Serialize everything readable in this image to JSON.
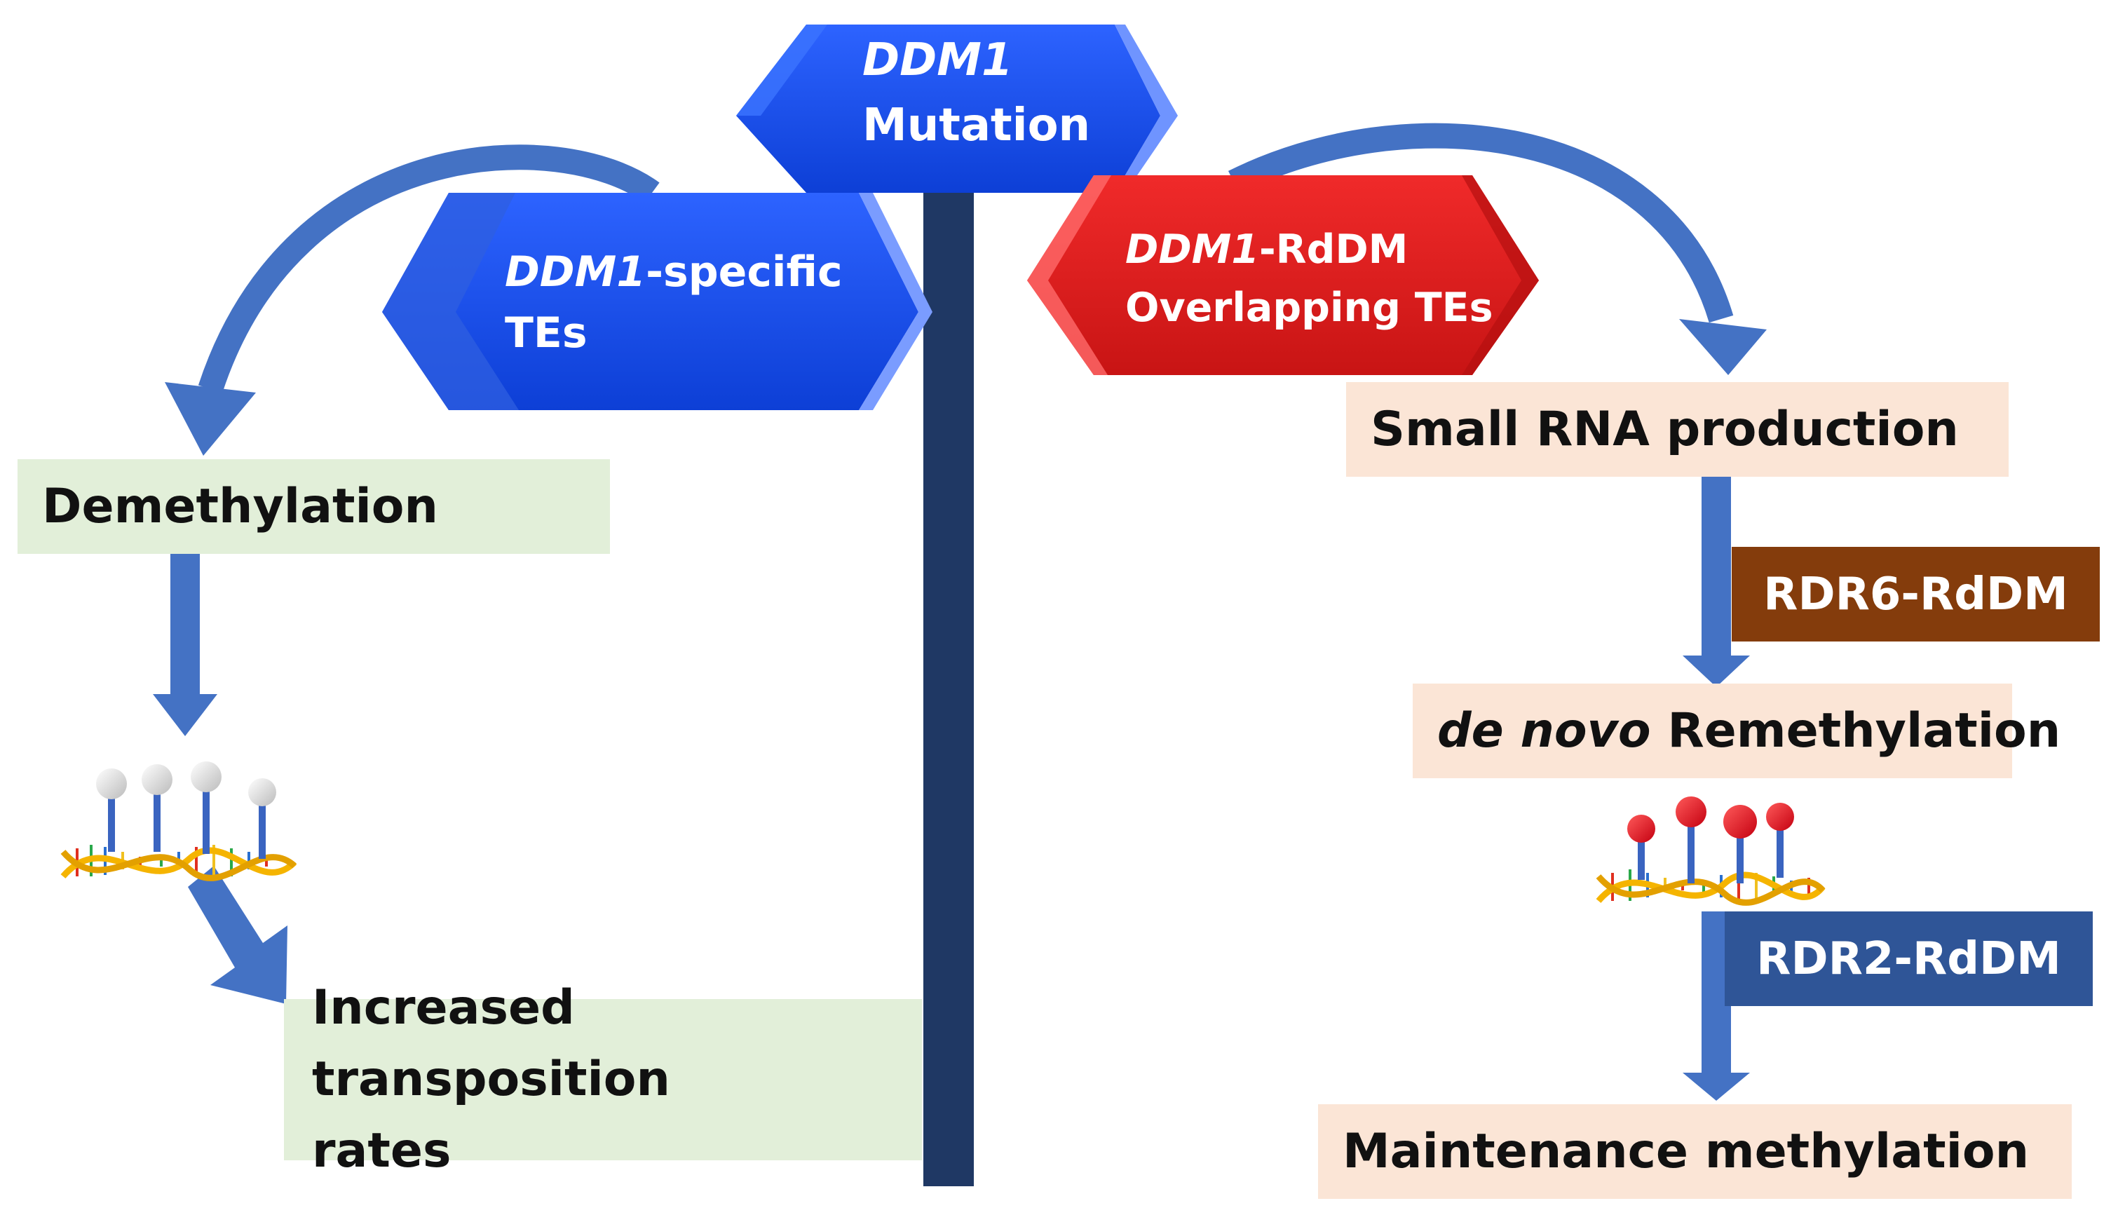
{
  "signs": {
    "top": {
      "line1_italic": "DDM1",
      "line2": "Mutation"
    },
    "left": {
      "line1_italic": "DDM1",
      "line1_rest": "-specific",
      "line2": "TEs"
    },
    "right": {
      "line1_italic": "DDM1",
      "line1_rest": "-RdDM",
      "line2": "Overlapping TEs"
    }
  },
  "left_branch": {
    "demethylation": "Demethylation",
    "increased_line1": "Increased transposition",
    "increased_line2": "rates"
  },
  "right_branch": {
    "small_rna": "Small RNA production",
    "rdr6": "RDR6-RdDM",
    "denovo_italic": "de novo",
    "denovo_rest": " Remethylation",
    "rdr2": "RDR2-RdDM",
    "maintenance": "Maintenance methylation"
  },
  "colors": {
    "blue_sign": "#1a4fe8",
    "red_sign": "#e01e1e",
    "pole": "#1f3864",
    "arrow": "#4472c4",
    "green_box": "#e2efd9",
    "peach_box": "#fbe5d6",
    "rdr6_tag": "#843c0c",
    "rdr2_tag": "#2f5597",
    "unmethylated_bead": "#eeeeee",
    "methylated_bead": "#e81c2c"
  }
}
